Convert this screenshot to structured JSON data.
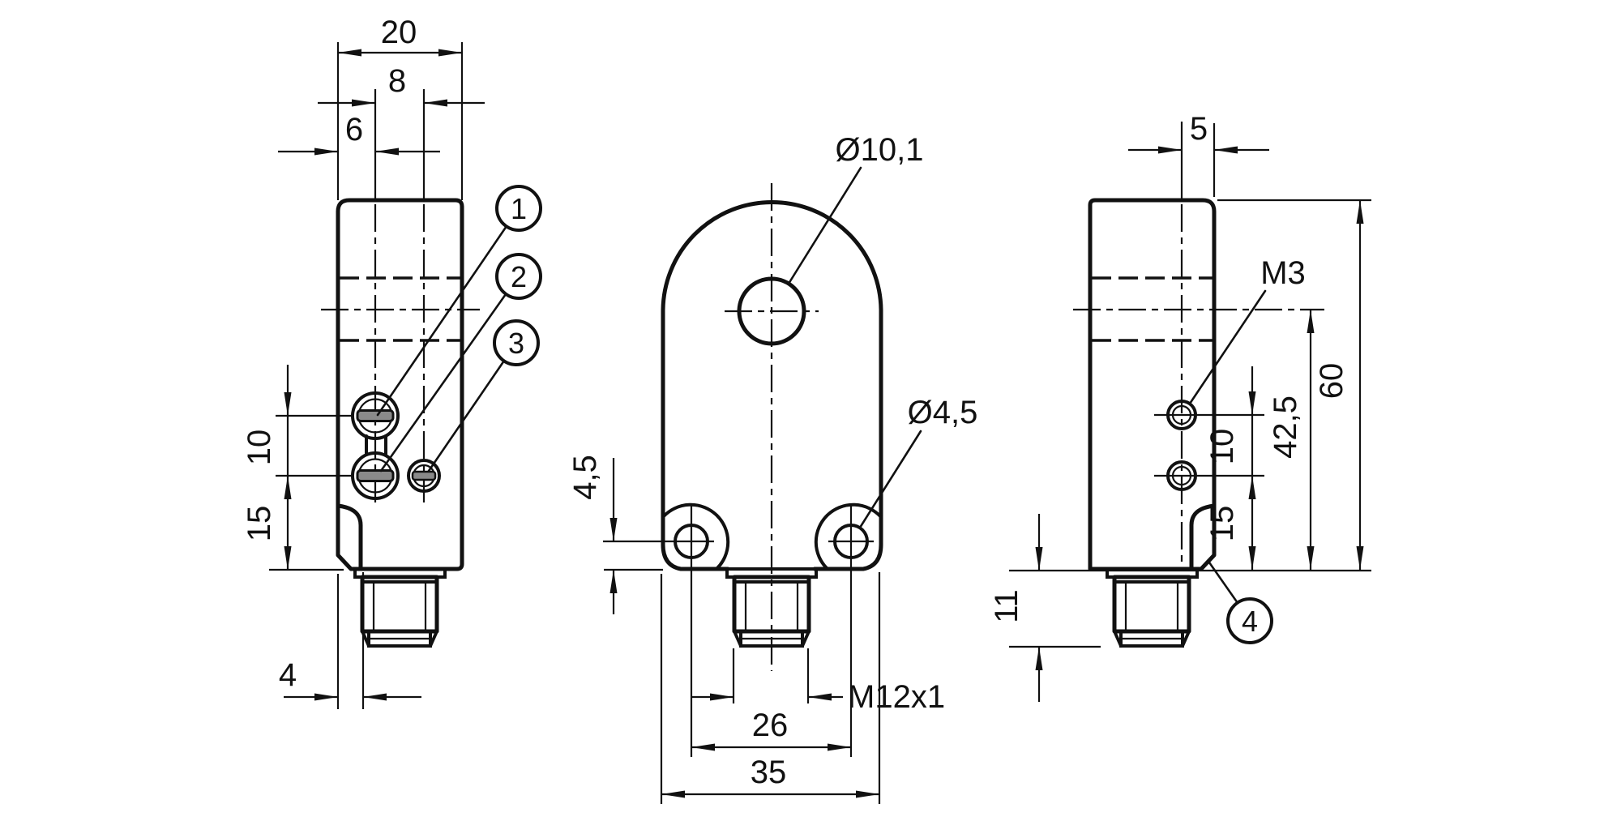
{
  "colors": {
    "background": "#ffffff",
    "line": "#111111",
    "screw_slot": "#8a8a8a"
  },
  "views": {
    "side_left": {
      "width_total": "20",
      "width_inner": "8",
      "screw_offset": "6",
      "screw_spacing": "10",
      "screw_to_face": "15",
      "face_inset": "4",
      "callouts": {
        "c1": "1",
        "c2": "2",
        "c3": "3"
      }
    },
    "front": {
      "dome_hole_dia": "Ø10,1",
      "mount_hole_dia": "Ø4,5",
      "mount_hole_height": "4,5",
      "mount_hole_spacing": "26",
      "width_total": "35",
      "connector_thread": "M12x1"
    },
    "side_right": {
      "centerline_offset": "5",
      "screw_thread": "M3",
      "screw_spacing": "10",
      "screw_to_face": "15",
      "centerline_to_face": "42,5",
      "height_total": "60",
      "connector_length": "11",
      "callouts": {
        "c4": "4"
      }
    }
  }
}
